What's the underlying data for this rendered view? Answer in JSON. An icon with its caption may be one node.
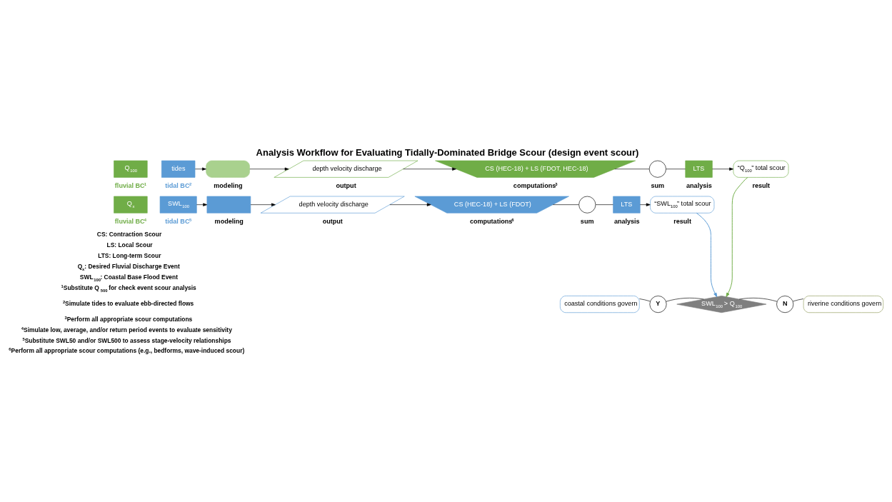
{
  "diagram": {
    "title": "Analysis Workflow for Evaluating Tidally-Dominated Bridge Scour (design event scour)",
    "nodes": [
      {
        "text": [
          "Q$_{100}$"
        ],
        "beside": [
          "fluvial BC$^{1}$"
        ]
      },
      {
        "text": [
          "tides"
        ],
        "beside": [
          "tidal BC$^{2}$"
        ]
      },
      {
        "text": [],
        "shape": "box",
        "beside": [
          "modeling"
        ]
      },
      {
        "text": [
          "depth velocity discharge"
        ],
        "beside": [
          "output"
        ]
      },
      {
        "text": [
          "CS (HEC-18) + LS (FDOT, HEC-18)"
        ],
        "beside": [
          "computations$^{3}$"
        ]
      },
      {
        "text": [],
        "shape": "circle",
        "beside": [
          "sum"
        ]
      },
      {
        "text": [
          "LTS"
        ],
        "beside": [
          "analysis"
        ]
      },
      {
        "text": [
          "“Q$_{100}$” total scour"
        ],
        "beside": [
          "result"
        ]
      },
      {
        "text": [
          "Q$_{x}$"
        ],
        "beside": [
          "fluvial BC$^{4}$"
        ]
      },
      {
        "text": [
          "SWL$_{100}$"
        ],
        "beside": [
          "tidal BC$^{5}$"
        ]
      },
      {
        "text": [],
        "shape": "box",
        "beside": [
          "modeling"
        ]
      },
      {
        "text": [
          "depth velocity discharge"
        ],
        "beside": [
          "output"
        ]
      },
      {
        "text": [
          "CS (HEC-18) + LS (FDOT)"
        ],
        "beside": [
          "computations$^{6}$"
        ]
      },
      {
        "text": [],
        "shape": "circle",
        "beside": [
          "sum"
        ]
      },
      {
        "text": [
          "LTS"
        ],
        "beside": [
          "analysis"
        ]
      },
      {
        "text": [
          "“SWL$_{100}$” total scour"
        ],
        "beside": [
          "result"
        ]
      },
      {
        "text": [
          "SWL$_{100}$ > Q$_{100}$"
        ]
      },
      {
        "text": [
          "Y"
        ]
      },
      {
        "text": [
          "N"
        ]
      },
      {
        "text": [
          "coastal conditions govern"
        ]
      },
      {
        "text": [
          "riverine conditions govern"
        ]
      }
    ],
    "edges": [
      {
        "from": 1,
        "to": 2,
        "arrow": "to"
      },
      {
        "from": 2,
        "to": 3,
        "arrow": "to"
      },
      {
        "from": 3,
        "to": 4,
        "arrow": "to"
      },
      {
        "from": 4,
        "to": 5,
        "arrow": "none"
      },
      {
        "from": 5,
        "to": 6,
        "arrow": "none"
      },
      {
        "from": 6,
        "to": 7,
        "arrow": "to"
      },
      {
        "from": 9,
        "to": 10,
        "arrow": "to"
      },
      {
        "from": 10,
        "to": 11,
        "arrow": "to"
      },
      {
        "from": 11,
        "to": 12,
        "arrow": "to"
      },
      {
        "from": 12,
        "to": 13,
        "arrow": "none"
      },
      {
        "from": 13,
        "to": 14,
        "arrow": "none"
      },
      {
        "from": 14,
        "to": 15,
        "arrow": "to"
      },
      {
        "from": 7,
        "to": 16,
        "arrow": "to",
        "color": "#70ad47"
      },
      {
        "from": 15,
        "to": 16,
        "arrow": "to",
        "color": "#5b9bd5"
      },
      {
        "from": 16,
        "to": 17,
        "arrow": "none"
      },
      {
        "from": 17,
        "to": 19,
        "arrow": "none"
      },
      {
        "from": 16,
        "to": 18,
        "arrow": "none"
      },
      {
        "from": 18,
        "to": 20,
        "arrow": "none"
      }
    ],
    "labels": [
      "CS: Contraction Scour",
      "LS: Local Scour",
      "LTS: Long-term Scour",
      "Q$_{x}$: Desired Fluvial Discharge Event",
      "SWL$_{100}$: Coastal Base Flood Event",
      "$^{1}$Substitute Q$_{500}$ for check event scour analysis",
      "$^{2}$Simulate tides to evaluate ebb-directed flows",
      "$^{3}$Perform all appropriate scour computations",
      "$^{4}$Simulate low, average, and/or return period events to evaluate sensitivity",
      "$^{5}$Substitute SWL50 and/or SWL500 to assess stage-velocity relationships",
      "$^{6}$Perform all appropriate scour computations (e.g., bedforms, wave-induced scour)"
    ]
  }
}
